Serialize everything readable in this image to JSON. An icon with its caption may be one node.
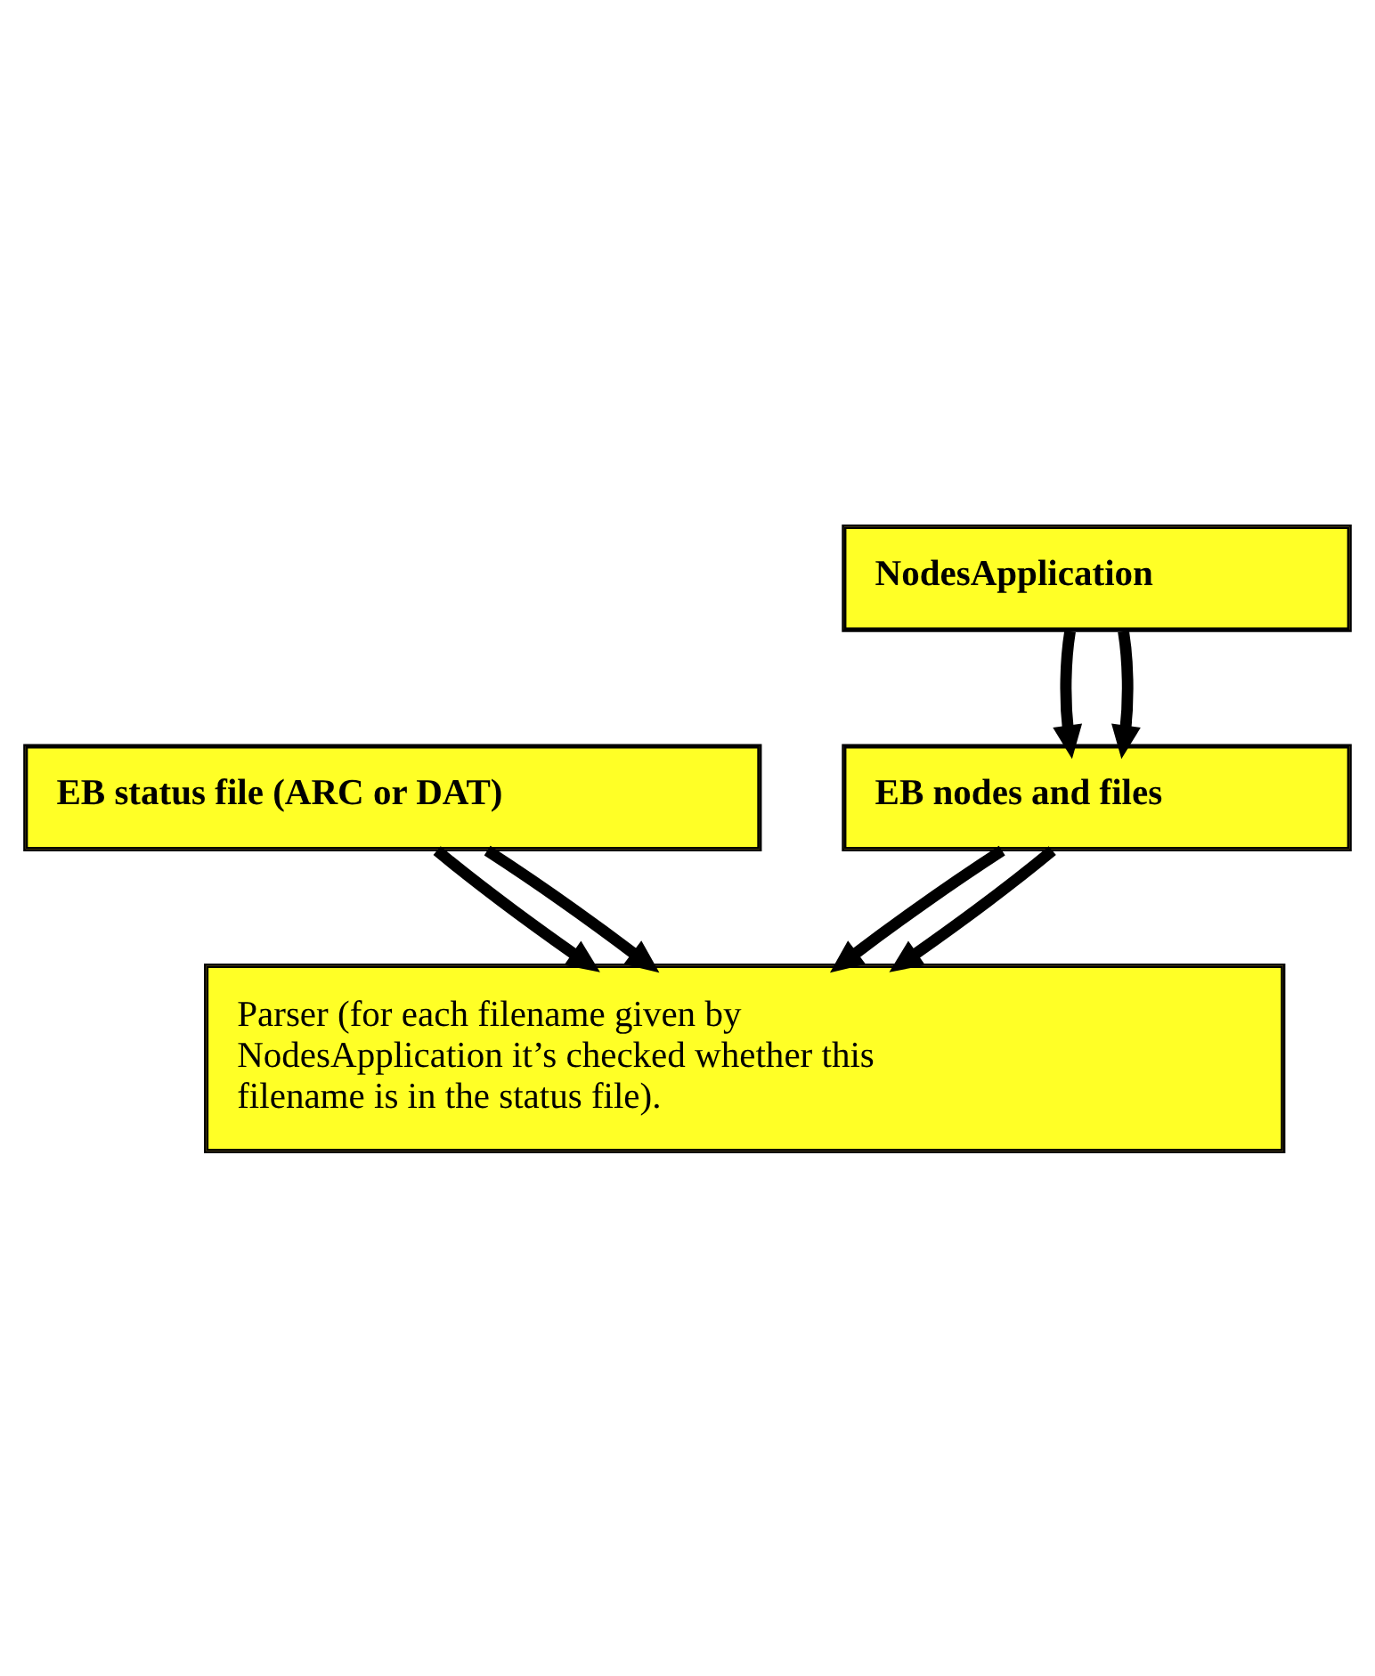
{
  "diagram": {
    "nodes": [
      {
        "text": [
          "EB status file (ARC or DAT)"
        ]
      },
      {
        "text": [
          "Parser (for each filename given by NodesApplication it’s checked whether this filename is in the status file)."
        ]
      },
      {
        "text": [
          "EB nodes and files"
        ]
      },
      {
        "text": [
          "NodesApplication"
        ]
      }
    ],
    "edges": [
      {
        "from": 0,
        "to": 1,
        "arrow": "to"
      },
      {
        "from": 0,
        "to": 1,
        "arrow": "to"
      },
      {
        "from": 2,
        "to": 1,
        "arrow": "to"
      },
      {
        "from": 2,
        "to": 1,
        "arrow": "to"
      },
      {
        "from": 3,
        "to": 2,
        "arrow": "to"
      },
      {
        "from": 3,
        "to": 2,
        "arrow": "to"
      }
    ]
  }
}
